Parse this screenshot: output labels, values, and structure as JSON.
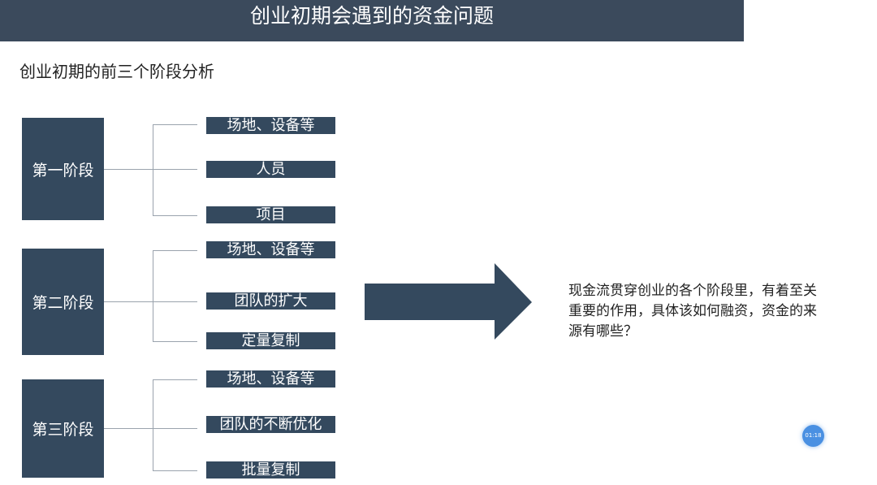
{
  "title": "创业初期会遇到的资金问题",
  "subtitle": "创业初期的前三个阶段分析",
  "stages": [
    {
      "label": "第一阶段",
      "items": [
        "场地、设备等",
        "人员",
        "项目"
      ]
    },
    {
      "label": "第二阶段",
      "items": [
        "场地、设备等",
        "团队的扩大",
        "定量复制"
      ]
    },
    {
      "label": "第三阶段",
      "items": [
        "场地、设备等",
        "团队的不断优化",
        "批量复制"
      ]
    }
  ],
  "statement": "现金流贯穿创业的各个阶段里，有着至关重要的作用，具体该如何融资，资金的来源有哪些？",
  "timer": "01:18",
  "colors": {
    "box_fill": "#34495e",
    "title_bar": "#3b4a5c",
    "connector": "#9aa3ad",
    "timer": "#4a90e2"
  }
}
